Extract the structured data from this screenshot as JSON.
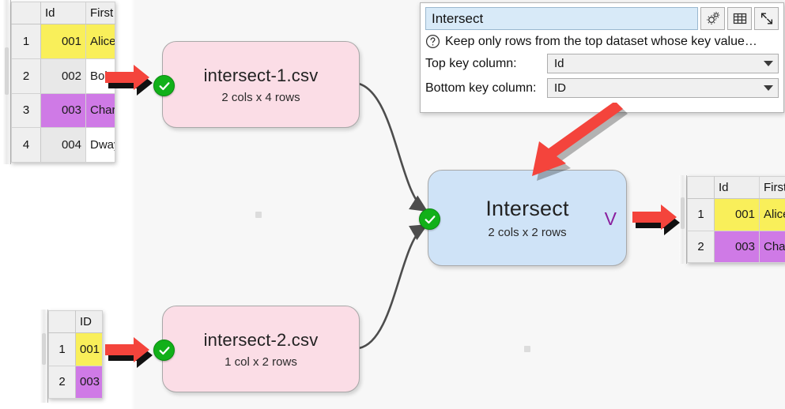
{
  "panel": {
    "name_value": "Intersect",
    "toolbar": [
      {
        "name": "gears-icon",
        "label": "Settings"
      },
      {
        "name": "table-icon",
        "label": "Show table"
      },
      {
        "name": "expand-icon",
        "label": "Maximize"
      }
    ],
    "help_icon": "question-icon",
    "help_text": "Keep only rows from the top dataset whose key value…",
    "fields": [
      {
        "label": "Top key column:",
        "value": "Id"
      },
      {
        "label": "Bottom key column:",
        "value": "ID"
      }
    ]
  },
  "nodes": [
    {
      "id": "csv1",
      "title": "intersect-1.csv",
      "subtitle": "2 cols x 4 rows",
      "status": "ok",
      "kind": "csv"
    },
    {
      "id": "csv2",
      "title": "intersect-2.csv",
      "subtitle": "1 col x 2 rows",
      "status": "ok",
      "kind": "csv"
    },
    {
      "id": "op",
      "title": "Intersect",
      "subtitle": "2 cols x 2 rows",
      "status": "ok",
      "kind": "op",
      "marker": "V"
    }
  ],
  "tables": {
    "input_top": {
      "columns": [
        "Id",
        "First"
      ],
      "rows": [
        {
          "n": "1",
          "cells": [
            "001",
            "Alice"
          ],
          "highlight": "yellow"
        },
        {
          "n": "2",
          "cells": [
            "002",
            "Bob"
          ],
          "highlight": "none"
        },
        {
          "n": "3",
          "cells": [
            "003",
            "Charlie"
          ],
          "highlight": "purple"
        },
        {
          "n": "4",
          "cells": [
            "004",
            "Dwayne"
          ],
          "highlight": "none"
        }
      ]
    },
    "input_bottom": {
      "columns": [
        "ID"
      ],
      "rows": [
        {
          "n": "1",
          "cells": [
            "001"
          ],
          "highlight": "yellow"
        },
        {
          "n": "2",
          "cells": [
            "003"
          ],
          "highlight": "purple"
        }
      ]
    },
    "output": {
      "columns": [
        "Id",
        "First"
      ],
      "rows": [
        {
          "n": "1",
          "cells": [
            "001",
            "Alice"
          ],
          "highlight": "yellow"
        },
        {
          "n": "2",
          "cells": [
            "003",
            "Charlie"
          ],
          "highlight": "purple"
        }
      ]
    }
  },
  "annotations": [
    {
      "name": "arrow-top-input",
      "direction": "right"
    },
    {
      "name": "arrow-bottom-input",
      "direction": "right"
    },
    {
      "name": "arrow-output",
      "direction": "right"
    },
    {
      "name": "arrow-to-intersect-node",
      "direction": "down-left"
    }
  ],
  "colors": {
    "csv_node": "#fbdde6",
    "op_node": "#cfe3f7",
    "status_ok": "#12b019",
    "annotation": "#f4443c",
    "highlight_yellow": "#f9ef5a",
    "highlight_purple": "#cf7ae6",
    "marker_purple": "#8a1f9e",
    "name_field": "#d8eaf8"
  }
}
